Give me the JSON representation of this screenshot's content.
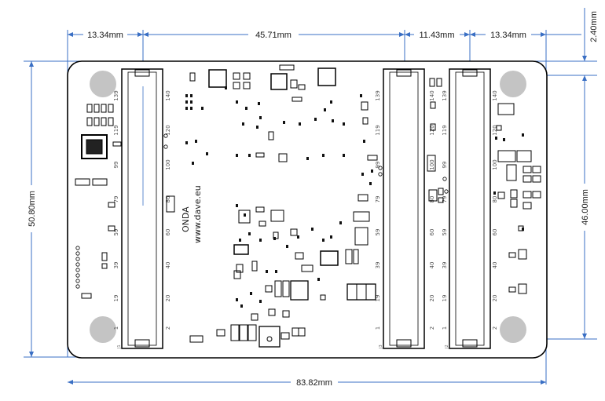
{
  "dimensions": {
    "top": [
      "13.34mm",
      "45.71mm",
      "11.43mm",
      "13.34mm"
    ],
    "top_right_vertical": "2.40mm",
    "left_vertical": "50.80mm",
    "right_vertical": "46.00mm",
    "bottom": "83.82mm"
  },
  "board": {
    "silk_name": "ONDA",
    "silk_url": "www.dave.eu"
  },
  "connectors": [
    {
      "ref": "J1",
      "labels": [
        "140",
        "120",
        "100",
        "80",
        "60",
        "40",
        "20",
        "2"
      ]
    },
    {
      "ref": "J3",
      "labels": [
        "139",
        "119",
        "99",
        "79",
        "59",
        "39",
        "19",
        "1"
      ]
    },
    {
      "ref": "J3",
      "labels": [
        "140",
        "120",
        "100",
        "80",
        "60",
        "40",
        "20",
        "2"
      ]
    },
    {
      "ref": "J2",
      "labels": [
        "139",
        "119",
        "99",
        "79",
        "59",
        "39",
        "19",
        "1"
      ]
    },
    {
      "ref": "J2",
      "labels": [
        "140",
        "120",
        "100",
        "80",
        "60",
        "40",
        "20",
        "2"
      ]
    }
  ],
  "left_labels": [
    "139",
    "119",
    "99",
    "79",
    "59",
    "39",
    "19",
    "1"
  ],
  "colors": {
    "dimension": "#3a6fc4",
    "board_outline": "#000000",
    "mount_hole": "#c4c4c4"
  }
}
